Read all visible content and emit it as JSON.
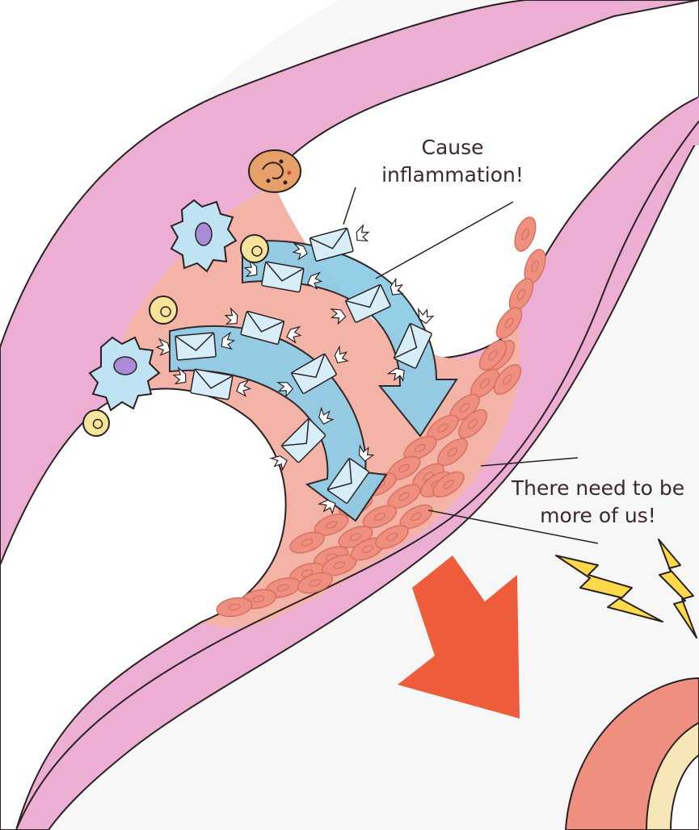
{
  "labels": {
    "cause_line1": "Cause",
    "cause_line2": "inflammation!",
    "more_line1": "There need to be",
    "more_line2": "more of us!"
  },
  "colors": {
    "vessel_wall": "#ecaed2",
    "vessel_wall_dark": "#e79ac6",
    "plaque_fill": "#f3b3a6",
    "smooth_muscle": "#ef8f7f",
    "smooth_muscle_dark": "#d9715f",
    "signal_arrow": "#8fcde6",
    "envelope": "#d7eef8",
    "macrophage": "#bfe3f3",
    "nucleus": "#a98bd6",
    "platelet": "#f6e49a",
    "mast_cell": "#e8a06a",
    "big_arrow": "#ee5c3c",
    "lightning": "#ffd94a",
    "outline": "#2a2222"
  },
  "icons": [
    "envelope-with-wings-icon",
    "macrophage-icon",
    "lymphocyte-icon",
    "mast-cell-icon",
    "smooth-muscle-cell-icon",
    "lightning-icon",
    "down-arrow-icon"
  ]
}
